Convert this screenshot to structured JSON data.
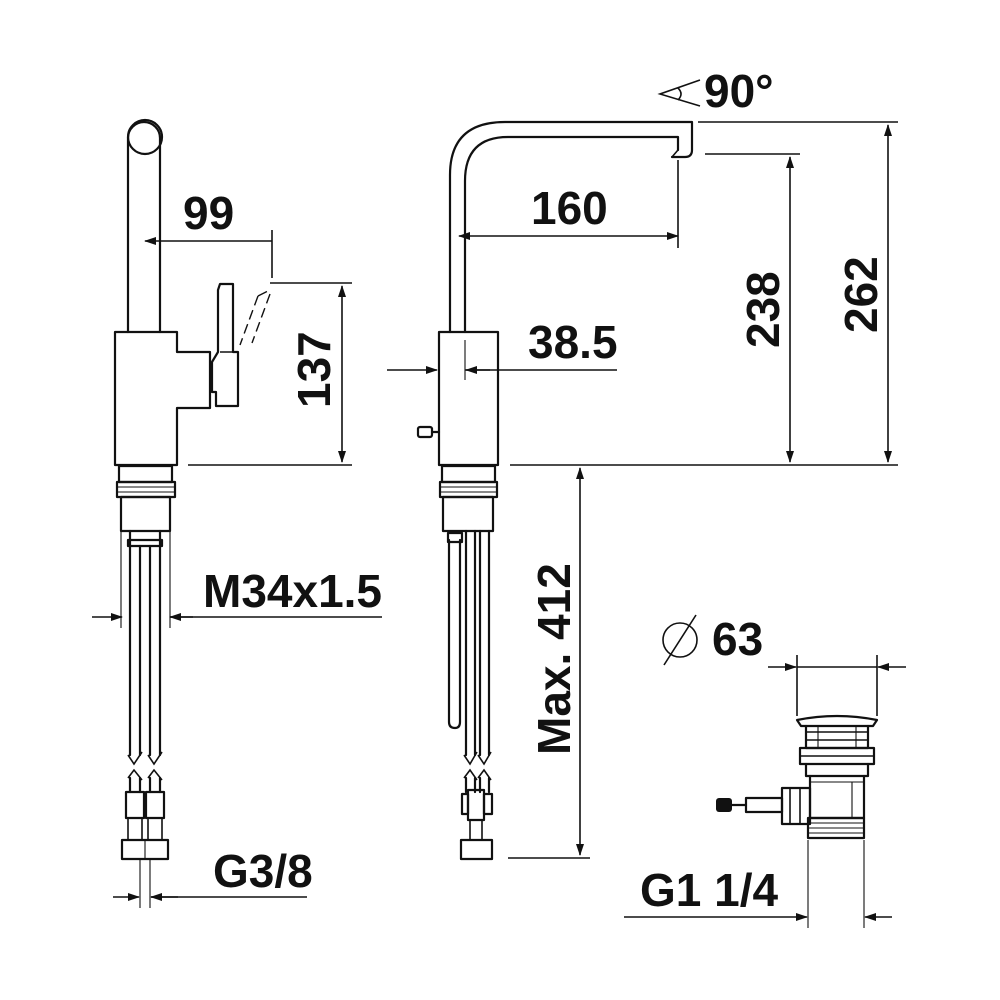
{
  "labels": {
    "dim_99": "99",
    "dim_137": "137",
    "dim_160": "160",
    "dim_38_5": "38.5",
    "dim_238": "238",
    "dim_262": "262",
    "dim_max_412": "Max. 412",
    "rotation": "90°",
    "thread_m34": "M34x1.5",
    "thread_g38": "G3/8",
    "diameter_63": "63",
    "thread_g1_14": "G1 1/4"
  },
  "colors": {
    "line": "#111111",
    "background": "#ffffff"
  },
  "icons": {
    "rotation_symbol": "angle-icon",
    "diameter_symbol": "diameter-icon"
  }
}
